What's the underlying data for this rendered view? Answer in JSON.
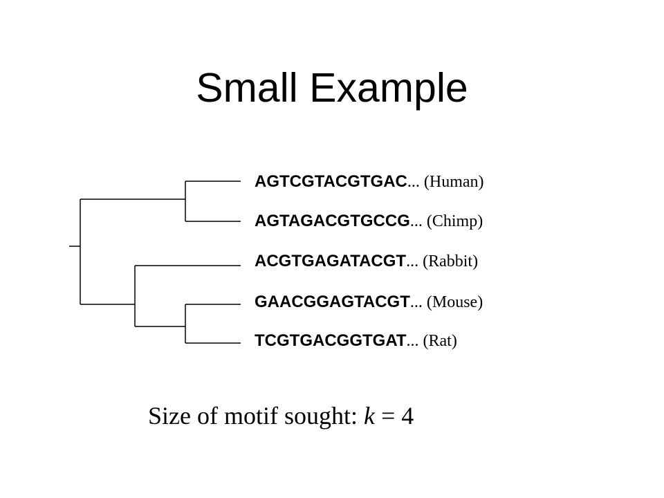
{
  "title": "Small Example",
  "tree": {
    "taxa": [
      {
        "sequence": "AGTCGTACGTGAC",
        "ellipsis": "...",
        "species": "(Human)"
      },
      {
        "sequence": "AGTAGACGTGCCG",
        "ellipsis": "...",
        "species": "(Chimp)"
      },
      {
        "sequence": "ACGTGAGATACGT",
        "ellipsis": "...",
        "species": "(Rabbit)"
      },
      {
        "sequence": "GAACGGAGTACGT",
        "ellipsis": "...",
        "species": "(Mouse)"
      },
      {
        "sequence": "TCGTGACGGTGAT",
        "ellipsis": "...",
        "species": "(Rat)"
      }
    ],
    "topology": "((Human,Chimp),(Rabbit,(Mouse,Rat)))"
  },
  "caption": {
    "text": "Size of motif sought: ",
    "variable": "k",
    "operator": " = ",
    "value": "4"
  }
}
